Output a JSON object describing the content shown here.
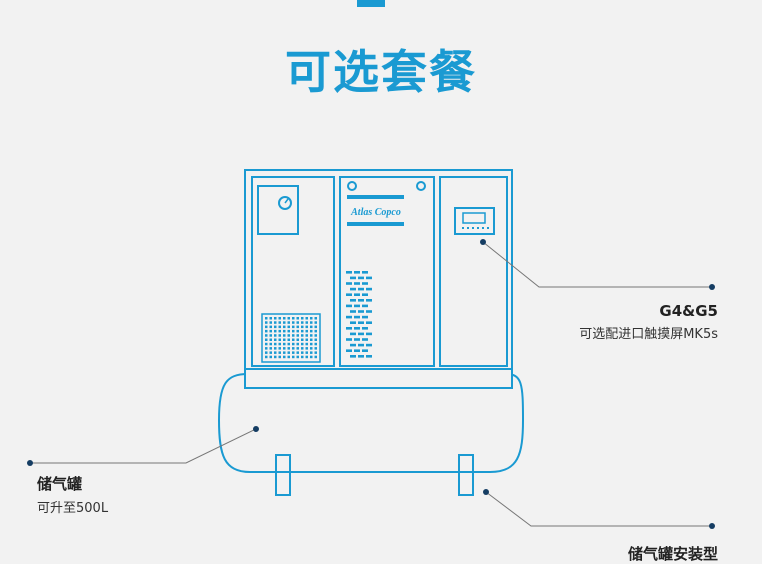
{
  "page": {
    "title": "可选套餐"
  },
  "machine": {
    "brand_logo": "Atlas Copco"
  },
  "callouts": {
    "touchscreen": {
      "title": "G4&G5",
      "subtitle": "可选配进口触摸屏MK5s"
    },
    "tank": {
      "title": "储气罐",
      "subtitle": "可升至500L"
    },
    "tank_type": {
      "title": "储气罐安装型"
    }
  },
  "colors": {
    "accent": "#1a9ad2",
    "dot": "#153d63",
    "leader": "#777777",
    "background": "#f2f2f2"
  }
}
